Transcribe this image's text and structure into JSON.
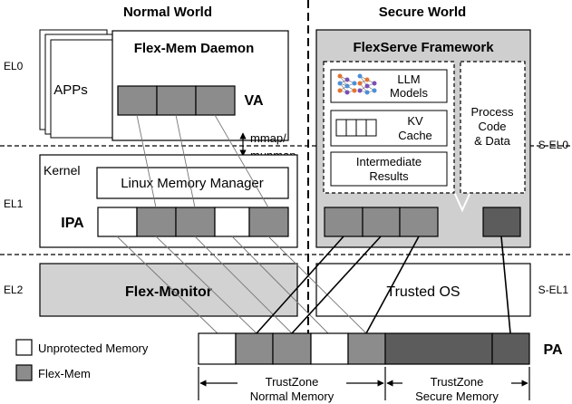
{
  "headers": {
    "normal_world": "Normal World",
    "secure_world": "Secure World"
  },
  "levels": {
    "el0": "EL0",
    "el1": "EL1",
    "el2": "EL2",
    "sel0": "S-EL0",
    "sel1": "S-EL1"
  },
  "normal": {
    "apps": "APPs",
    "daemon_title": "Flex-Mem Daemon",
    "va": "VA",
    "mmap_line1": "mmap/",
    "mmap_line2": "munmap",
    "kernel": "Kernel",
    "memory_manager": "Linux Memory Manager",
    "ipa": "IPA",
    "monitor": "Flex-Monitor"
  },
  "secure": {
    "framework_title": "FlexServe Framework",
    "llm_line1": "LLM",
    "llm_line2": "Models",
    "kv_line1": "KV",
    "kv_line2": "Cache",
    "intermediate_line1": "Intermediate",
    "intermediate_line2": "Results",
    "process_line1": "Process",
    "process_line2": "Code",
    "process_line3": "& Data",
    "trusted_os": "Trusted OS"
  },
  "pa": "PA",
  "legend": {
    "unprotected": "Unprotected Memory",
    "flex_mem": "Flex-Mem"
  },
  "ranges": {
    "normal_line1": "TrustZone",
    "normal_line2": "Normal Memory",
    "secure_line1": "TrustZone",
    "secure_line2": "Secure Memory"
  },
  "colors": {
    "flex_mem": "#8c8c8c",
    "secure_mem": "#5c5c5c",
    "framework_bg": "#cfcfcf",
    "monitor_bg": "#d2d2d2"
  }
}
